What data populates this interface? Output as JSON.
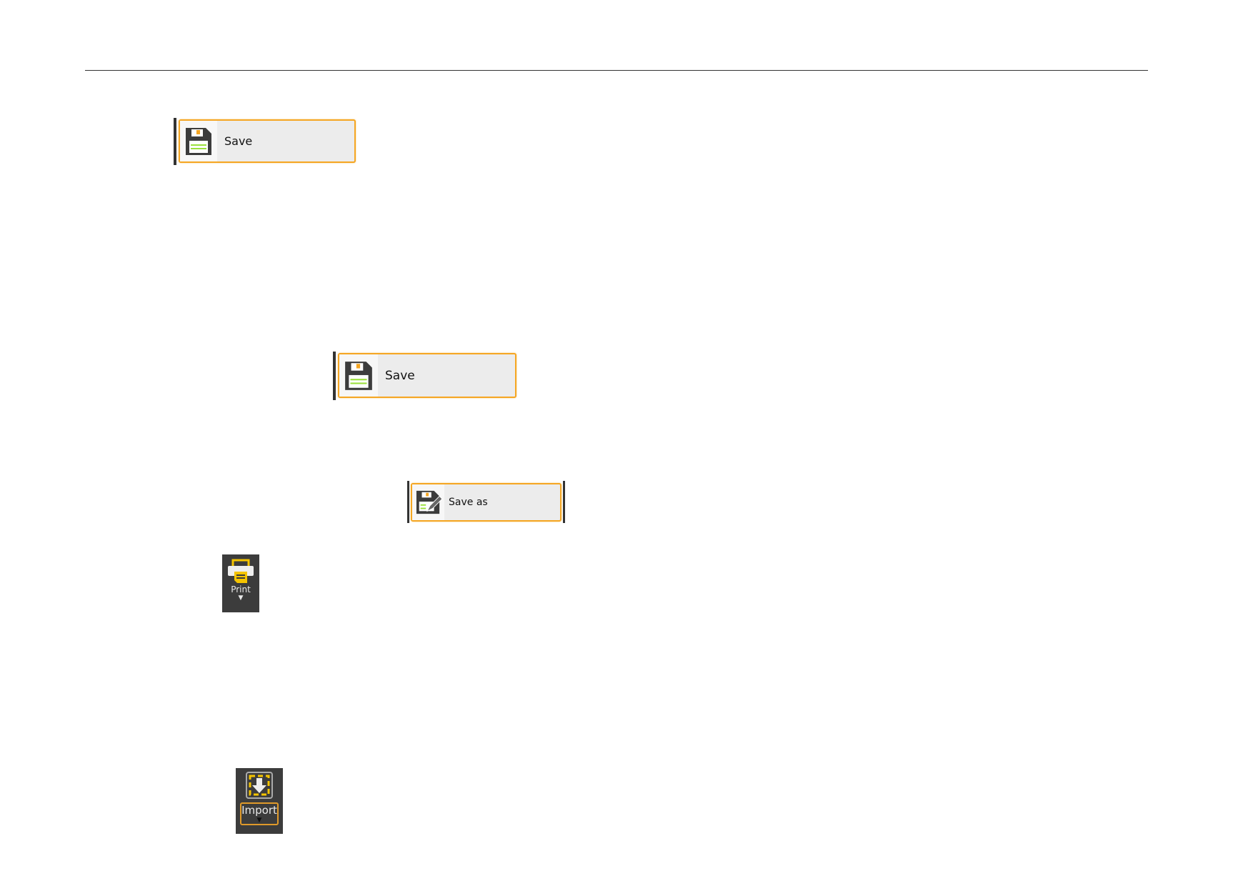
{
  "buttons": {
    "save1": "Save",
    "save2": "Save",
    "save_as": "Save as",
    "print": "Print",
    "import": "Import"
  },
  "colors": {
    "accent": "#f5a623",
    "dark": "#3c3c3c",
    "green": "#9be03c"
  }
}
